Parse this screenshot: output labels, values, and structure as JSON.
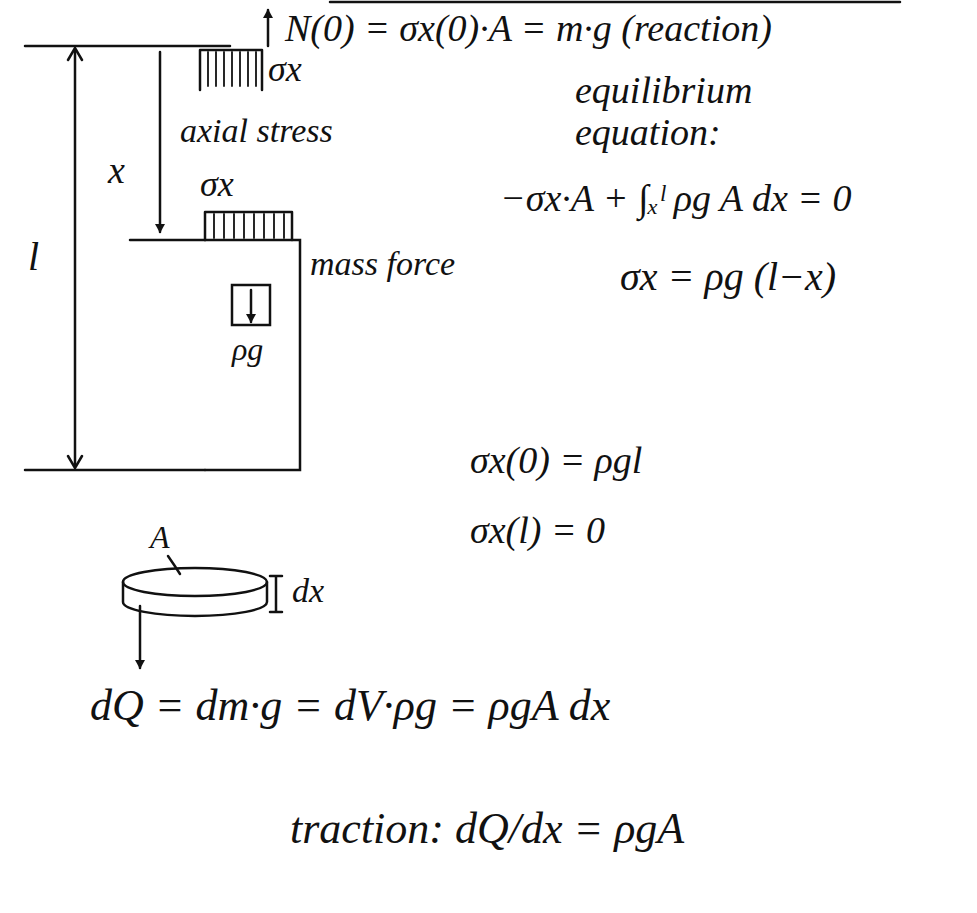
{
  "diagram": {
    "labels": [
      "N(0) = σx(0)·A = m·g (reaction)",
      "σx",
      "equilibrium equation:",
      "l",
      "x",
      "axial stress",
      "−σx·A + ∫ₓˡ ρg A dx = 0",
      "σx",
      "mass force",
      "σx = ρg (l−x)",
      "ρg",
      "σx(0) = ρgl",
      "σx(l) = 0",
      "A",
      "dx",
      "dQ = dm·g = dV·ρg = ρgA dx",
      "traction: dQ/dx = ρgA"
    ]
  }
}
